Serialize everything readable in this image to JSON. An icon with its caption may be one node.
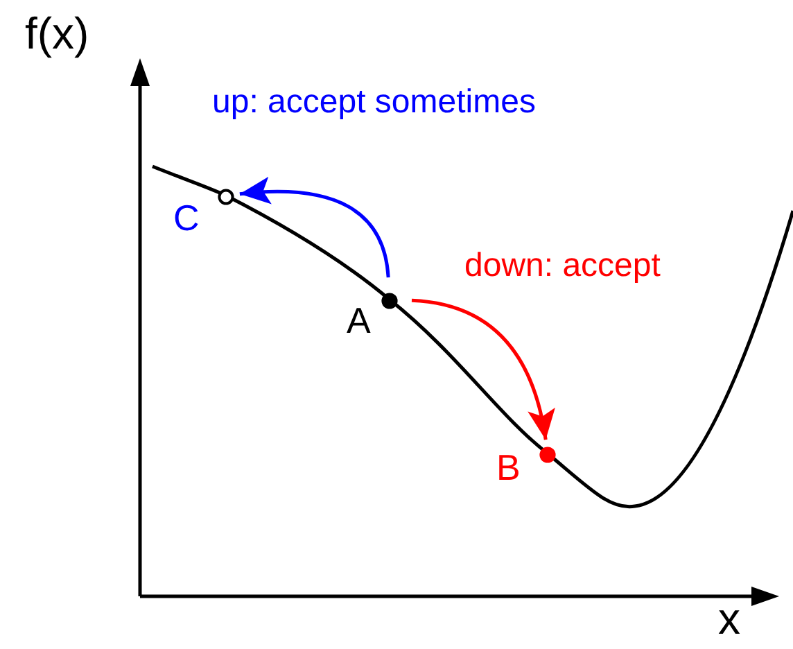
{
  "diagram": {
    "nodes": [
      {
        "text": [],
        "shape": "circle",
        "beside": [
          "A"
        ]
      },
      {
        "text": [],
        "shape": "circle",
        "beside": [
          "B"
        ]
      },
      {
        "text": [],
        "shape": "circle",
        "beside": [
          "C"
        ]
      }
    ],
    "edges": [
      {
        "from": 0,
        "to": 2,
        "arrow": "to",
        "label": "up: accept sometimes",
        "color": "#0000ff"
      },
      {
        "from": 0,
        "to": 1,
        "arrow": "to",
        "label": "down: accept",
        "color": "#ff0000"
      }
    ],
    "labels": [
      "f(x)",
      "x"
    ]
  }
}
